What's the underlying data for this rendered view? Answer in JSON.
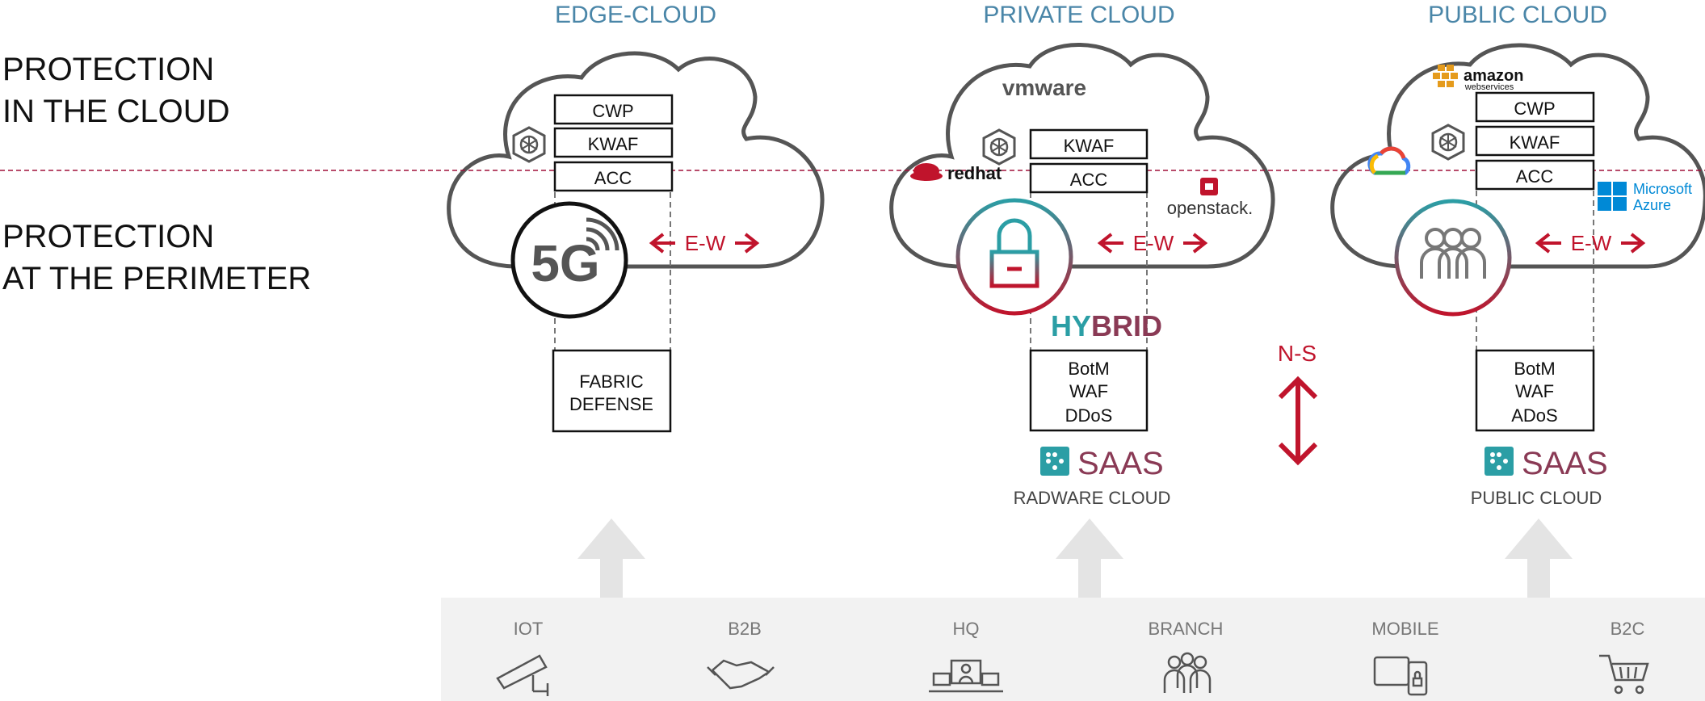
{
  "headings": {
    "edge": "EDGE-CLOUD",
    "private": "PRIVATE CLOUD",
    "public": "PUBLIC CLOUD"
  },
  "left_labels": {
    "cloud_line1": "PROTECTION",
    "cloud_line2": "IN THE CLOUD",
    "perimeter_line1": "PROTECTION",
    "perimeter_line2": "AT THE PERIMETER"
  },
  "edge_cloud": {
    "boxes": [
      "CWP",
      "KWAF",
      "ACC"
    ],
    "badge": "5G",
    "ew": "E-W",
    "fabric_line1": "FABRIC",
    "fabric_line2": "DEFENSE"
  },
  "private_cloud": {
    "vendor_vmware": "vmware",
    "vendor_redhat": "redhat",
    "vendor_openstack": "openstack.",
    "boxes": [
      "KWAF",
      "ACC"
    ],
    "ew": "E-W",
    "hybrid_a": "HY",
    "hybrid_b": "BRID",
    "services": [
      "BotM",
      "WAF",
      "DDoS"
    ],
    "saas": "SAAS",
    "caption": "RADWARE CLOUD"
  },
  "ns": "N-S",
  "public_cloud": {
    "vendor_amazon": "amazon",
    "vendor_amazon_sub": "webservices",
    "vendor_azure_line1": "Microsoft",
    "vendor_azure_line2": "Azure",
    "boxes": [
      "CWP",
      "KWAF",
      "ACC"
    ],
    "ew": "E-W",
    "services": [
      "BotM",
      "WAF",
      "ADoS"
    ],
    "saas": "SAAS",
    "caption": "PUBLIC CLOUD"
  },
  "bottom": {
    "items": [
      "IOT",
      "B2B",
      "HQ",
      "BRANCH",
      "MOBILE",
      "B2C"
    ]
  },
  "colors": {
    "heading": "#4a86a8",
    "red": "#c0142c",
    "teal": "#2b9ea5",
    "saas_text": "#8a3a55",
    "cloud_outline": "#555555",
    "bottom_bar": "#f2f2f2",
    "arrow_gray": "#e4e4e4"
  }
}
